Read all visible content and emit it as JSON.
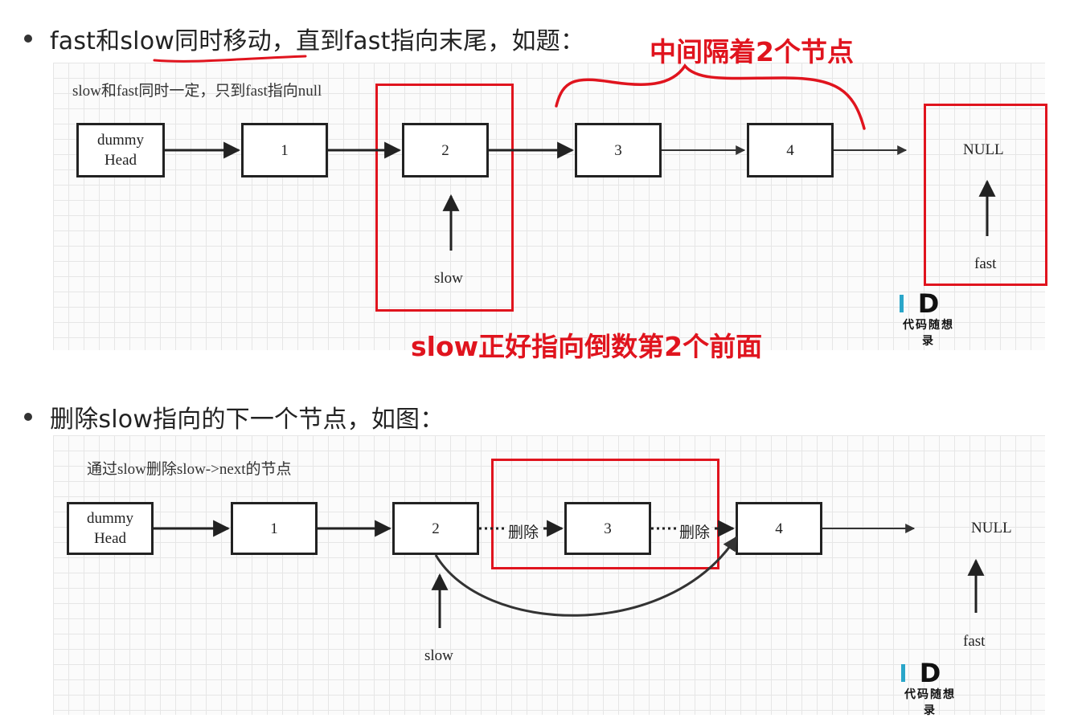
{
  "section1": {
    "bullet_prefix": "fast和slow",
    "bullet_underlined": "同时移动，",
    "bullet_suffix": "直到fast指向末尾，如题：",
    "caption": "slow和fast同时一定，只到fast指向null",
    "nodes": [
      "dummy\nHead",
      "1",
      "2",
      "3",
      "4"
    ],
    "null_label": "NULL",
    "slow_label": "slow",
    "fast_label": "fast",
    "annotation_top": "中间隔着2个节点",
    "annotation_bottom": "slow正好指向倒数第2个前面",
    "logo_text": "代码随想录"
  },
  "section2": {
    "bullet": "删除slow指向的下一个节点，如图：",
    "caption": "通过slow删除slow->next的节点",
    "nodes": [
      "dummy\nHead",
      "1",
      "2",
      "3",
      "4"
    ],
    "delete_label_1": "删除",
    "delete_label_2": "删除",
    "null_label": "NULL",
    "slow_label": "slow",
    "fast_label": "fast",
    "logo_text": "代码随想录"
  },
  "colors": {
    "annotation_red": "#e0141e",
    "logo_accent": "#2aa6c9"
  }
}
